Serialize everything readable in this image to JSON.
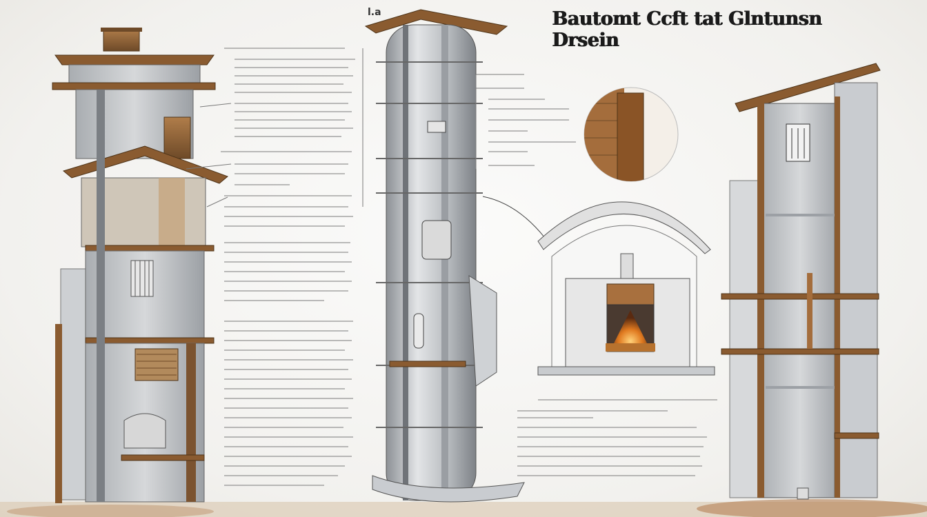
{
  "header": {
    "title": "Bautomt Ccft tat Glntunsn Drsein",
    "top_mark": "l.a"
  },
  "colors": {
    "wood": "#9a6a3c",
    "wood_dark": "#6e4a28",
    "concrete": "#b9bcc0",
    "concrete_dark": "#8d9196",
    "fire": "#d8781e",
    "ink": "#555555"
  },
  "icons": [
    "chimney-tower",
    "pipe-column",
    "fireplace",
    "wood-detail-circle",
    "window-grille"
  ]
}
